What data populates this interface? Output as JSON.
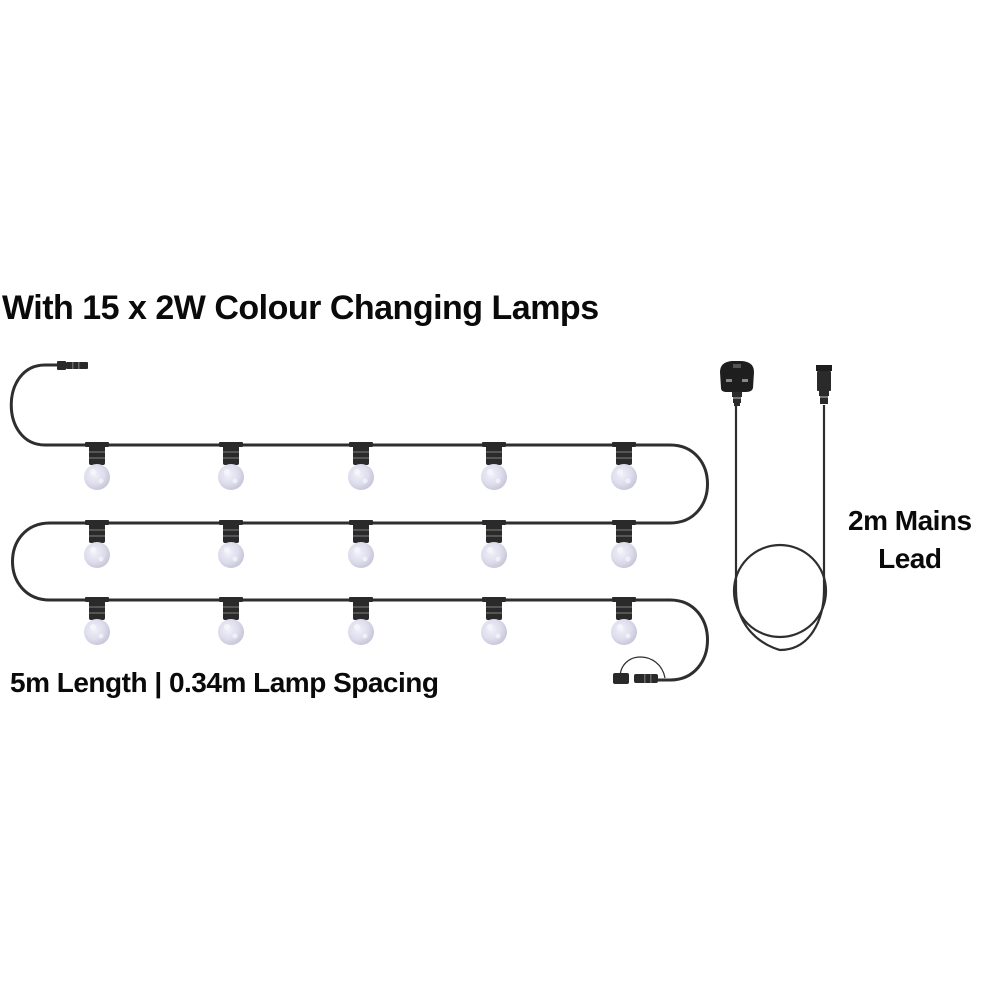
{
  "title": "With 15 x 2W Colour Changing Lamps",
  "specs": {
    "length_label": "5m Length | 0.34m Lamp Spacing"
  },
  "mains_lead": {
    "line1": "2m Mains",
    "line2": "Lead"
  },
  "festoon": {
    "lamp_count": 15,
    "rows": 3,
    "lamps_per_row": 5,
    "lamp_wattage": "2W",
    "cable_color": "#2e2e2e",
    "holder_color": "#2a2a2a",
    "bulb_color": "#dcdcec"
  },
  "icons": [
    "lamp-icon",
    "uk-plug-icon",
    "connector-icon",
    "end-cap-icon"
  ]
}
